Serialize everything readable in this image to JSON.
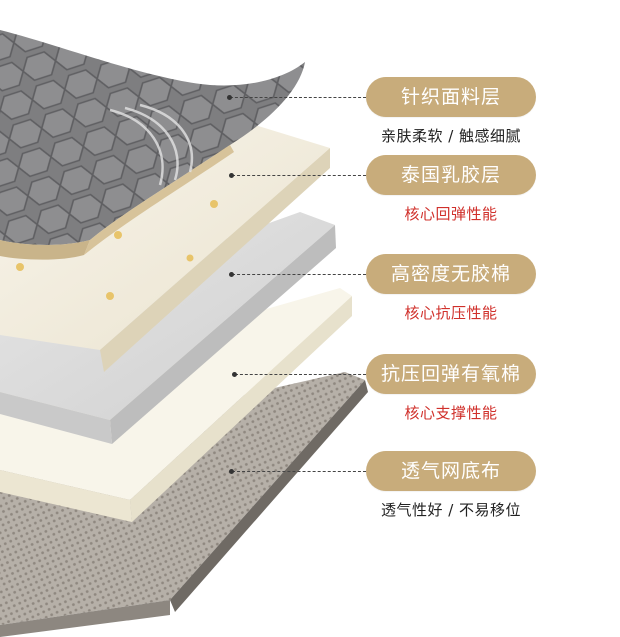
{
  "layers": [
    {
      "title": "针织面料层",
      "subtitle": "亲肤柔软 / 触感细腻",
      "subtitle_color": "#222222"
    },
    {
      "title": "泰国乳胶层",
      "subtitle": "核心回弹性能",
      "subtitle_color": "#d0302b"
    },
    {
      "title": "高密度无胶棉",
      "subtitle": "核心抗压性能",
      "subtitle_color": "#d0302b"
    },
    {
      "title": "抗压回弹有氧棉",
      "subtitle": "核心支撑性能",
      "subtitle_color": "#d0302b"
    },
    {
      "title": "透气网底布",
      "subtitle": "透气性好 / 不易移位",
      "subtitle_color": "#222222"
    }
  ],
  "colors": {
    "pill": "#c8ac7b",
    "fabric": "#8a8a8a",
    "latex": "#f4efe2",
    "foam_gray": "#dcdcdc",
    "foam_cream": "#f7f4e8",
    "mesh": "#b0aaa2"
  }
}
